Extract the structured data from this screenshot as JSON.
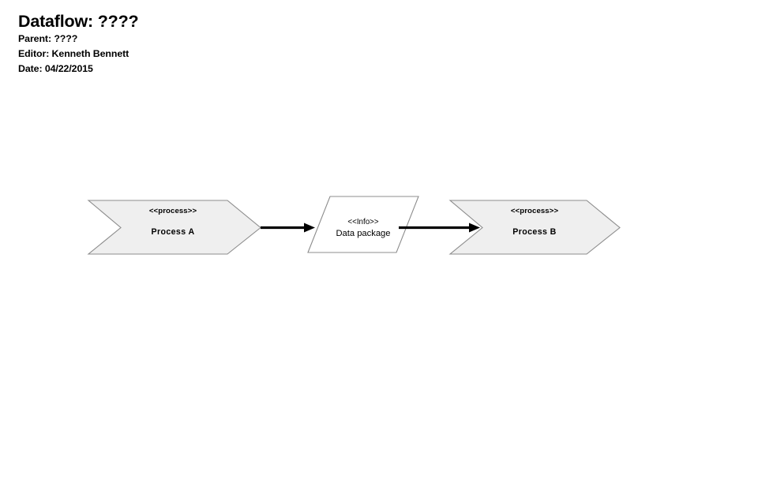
{
  "header": {
    "title": "Dataflow: ????",
    "parent_line": "Parent: ????",
    "editor_line": "Editor: Kenneth Bennett",
    "date_line": "Date: 04/22/2015"
  },
  "diagram": {
    "background_color": "#ffffff",
    "process_fill_color": "#efefef",
    "info_fill_color": "#ffffff",
    "shape_border_color": "#8c8c8c",
    "connector_color": "#000000",
    "nodes": [
      {
        "id": "process-a",
        "shape": "chevron",
        "stereotype": "<<process>>",
        "name": "Process A"
      },
      {
        "id": "data-package",
        "shape": "parallelogram",
        "stereotype": "<<Info>>",
        "name": "Data package"
      },
      {
        "id": "process-b",
        "shape": "chevron",
        "stereotype": "<<process>>",
        "name": "Process B"
      }
    ],
    "connectors": [
      {
        "id": "flow-a-to-data",
        "from": "process-a",
        "to": "data-package",
        "label": ""
      },
      {
        "id": "flow-data-to-b",
        "from": "data-package",
        "to": "process-b",
        "label": ""
      }
    ]
  }
}
